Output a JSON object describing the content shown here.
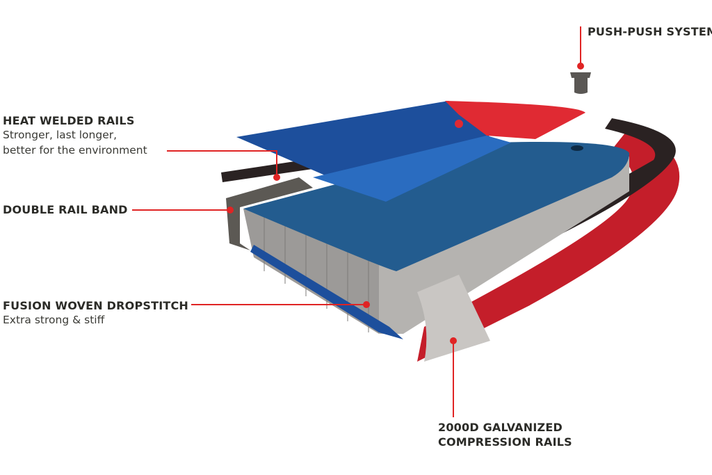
{
  "labels": {
    "heat_welded": {
      "title": "HEAT WELDED RAILS",
      "line1": "Stronger, last longer,",
      "line2": "better for the environment"
    },
    "double_rail": {
      "title": "DOUBLE RAIL BAND"
    },
    "fusion": {
      "title": "FUSION WOVEN DROPSTITCH",
      "line1": "Extra strong & stiff"
    },
    "push_push": {
      "title": "PUSH-PUSH SYSTEM"
    },
    "compression": {
      "line1": "2000D GALVANIZED",
      "line2": "COMPRESSION RAILS"
    }
  },
  "colors": {
    "accent": "#e02424",
    "deck_blue": "#1d4f9c",
    "core_blue": "#235c8f",
    "rail_red": "#c41e2a",
    "text": "#2b2b27"
  }
}
